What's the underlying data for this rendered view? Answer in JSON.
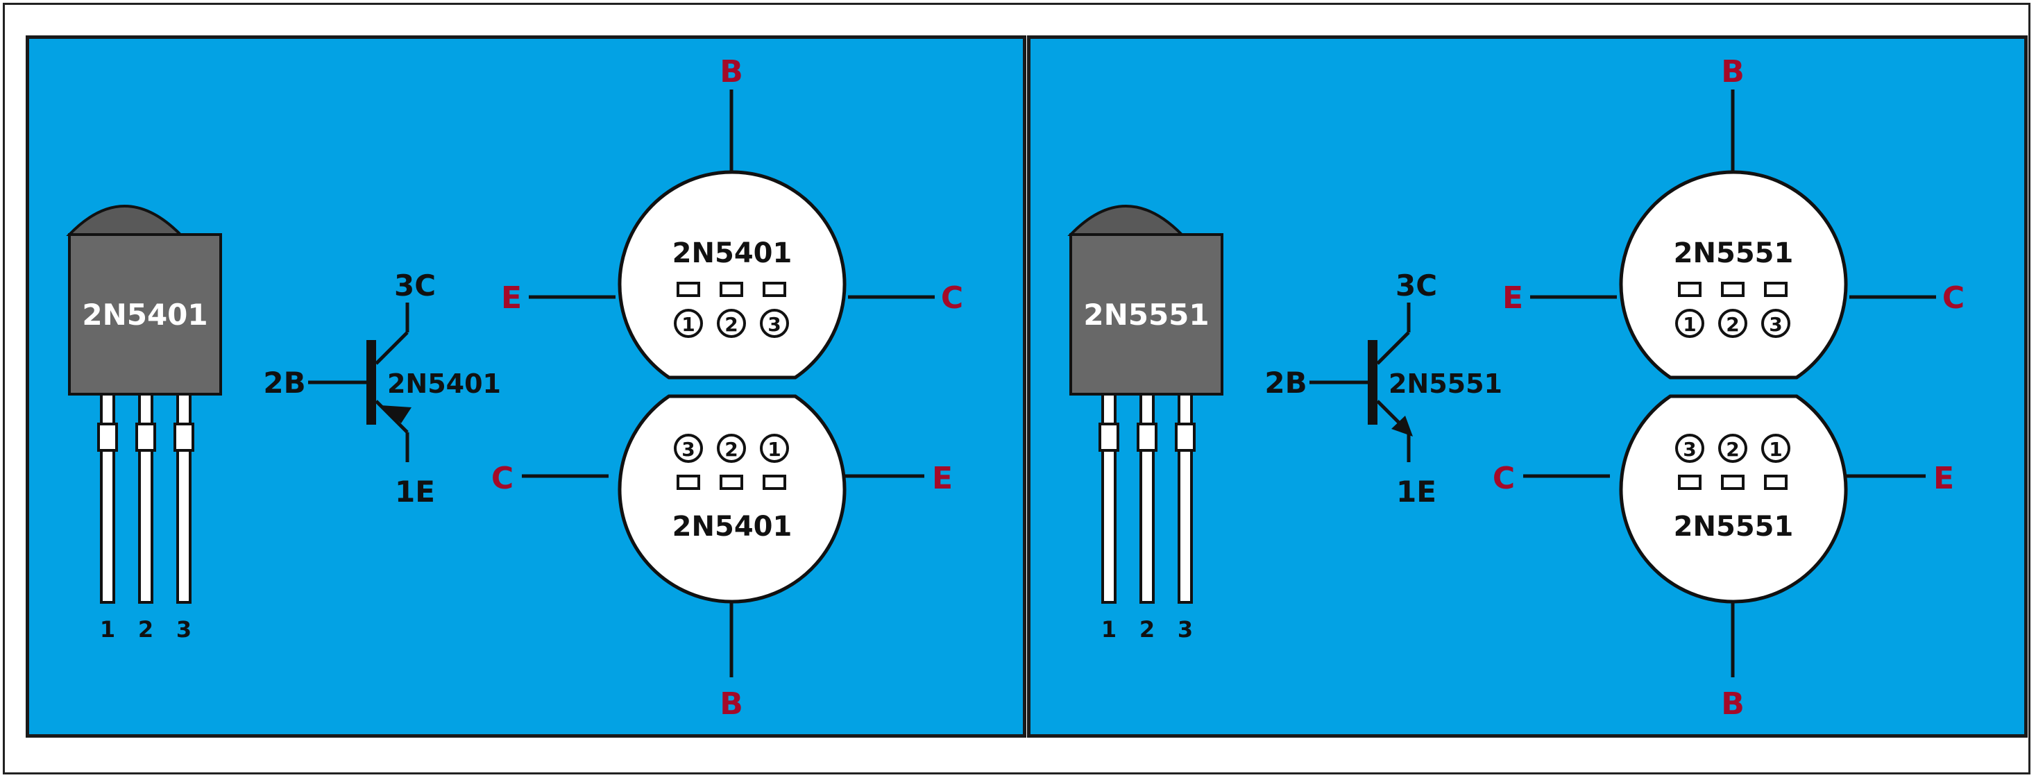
{
  "panels": [
    {
      "part": "2N5401",
      "pin_numbers": [
        "1",
        "2",
        "3"
      ],
      "symbol": {
        "collector": "3C",
        "base": "2B",
        "emitter": "1E",
        "name": "2N5401",
        "type": "PNP"
      },
      "top_view": {
        "name": "2N5401",
        "pins": [
          "1",
          "2",
          "3"
        ],
        "left": "E",
        "right": "C",
        "top": "B"
      },
      "bottom_view": {
        "name": "2N5401",
        "pins": [
          "3",
          "2",
          "1"
        ],
        "left": "C",
        "right": "E",
        "bottom": "B"
      }
    },
    {
      "part": "2N5551",
      "pin_numbers": [
        "1",
        "2",
        "3"
      ],
      "symbol": {
        "collector": "3C",
        "base": "2B",
        "emitter": "1E",
        "name": "2N5551",
        "type": "NPN"
      },
      "top_view": {
        "name": "2N5551",
        "pins": [
          "1",
          "2",
          "3"
        ],
        "left": "E",
        "right": "C",
        "top": "B"
      },
      "bottom_view": {
        "name": "2N5551",
        "pins": [
          "3",
          "2",
          "1"
        ],
        "left": "C",
        "right": "E",
        "bottom": "B"
      }
    }
  ],
  "colors": {
    "background": "#03a2e4",
    "body": "#686868",
    "cap": "#595959",
    "pin_label": "#a40a28",
    "ink": "#111111"
  }
}
